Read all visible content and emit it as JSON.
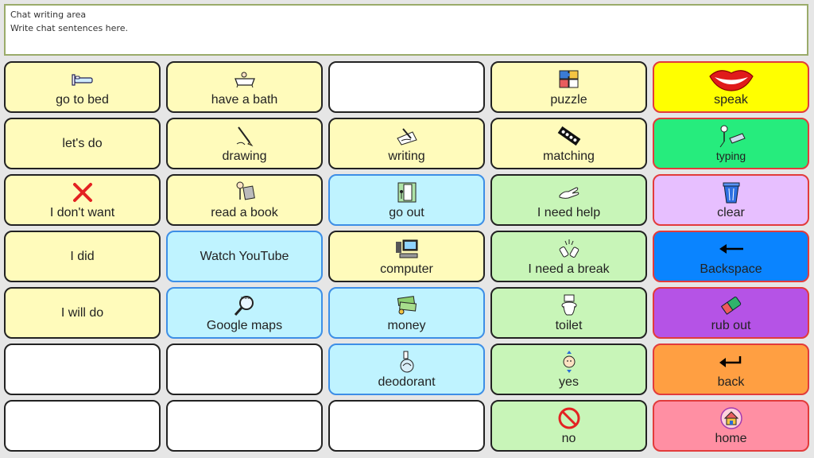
{
  "chat": {
    "title": "Chat writing area",
    "placeholder": "Write chat sentences here."
  },
  "cells": [
    {
      "label": "go to bed",
      "icon": "bed-icon",
      "color": "y"
    },
    {
      "label": "have a bath",
      "icon": "bathtub-icon",
      "color": "y"
    },
    {
      "label": "",
      "icon": "",
      "color": "w"
    },
    {
      "label": "puzzle",
      "icon": "puzzle-icon",
      "color": "y"
    },
    {
      "label": "speak",
      "icon": "lips-icon",
      "color": "c-speak"
    },
    {
      "label": "let's do",
      "icon": "",
      "color": "y"
    },
    {
      "label": "drawing",
      "icon": "drawing-icon",
      "color": "y"
    },
    {
      "label": "writing",
      "icon": "writing-icon",
      "color": "y"
    },
    {
      "label": "matching",
      "icon": "matching-icon",
      "color": "y"
    },
    {
      "label": "typing",
      "icon": "typing-icon",
      "color": "c-typing"
    },
    {
      "label": "I don't want",
      "icon": "red-x-icon",
      "color": "y"
    },
    {
      "label": "read a book",
      "icon": "reading-icon",
      "color": "y"
    },
    {
      "label": "go out",
      "icon": "door-icon",
      "color": "b"
    },
    {
      "label": "I need help",
      "icon": "help-hand-icon",
      "color": "g"
    },
    {
      "label": "clear",
      "icon": "trash-icon",
      "color": "c-clear"
    },
    {
      "label": "I did",
      "icon": "",
      "color": "y"
    },
    {
      "label": "Watch YouTube",
      "icon": "",
      "color": "b"
    },
    {
      "label": "computer",
      "icon": "computer-icon",
      "color": "y"
    },
    {
      "label": "I need a break",
      "icon": "break-icon",
      "color": "g"
    },
    {
      "label": "Backspace",
      "icon": "arrow-left-icon",
      "color": "c-back"
    },
    {
      "label": "I will do",
      "icon": "",
      "color": "y"
    },
    {
      "label": "Google maps",
      "icon": "magnifier-icon",
      "color": "b"
    },
    {
      "label": "money",
      "icon": "money-icon",
      "color": "b"
    },
    {
      "label": "toilet",
      "icon": "toilet-icon",
      "color": "g"
    },
    {
      "label": "rub out",
      "icon": "eraser-icon",
      "color": "c-rub"
    },
    {
      "label": "",
      "icon": "",
      "color": "w"
    },
    {
      "label": "",
      "icon": "",
      "color": "w"
    },
    {
      "label": "deodorant",
      "icon": "deodorant-icon",
      "color": "b"
    },
    {
      "label": "yes",
      "icon": "nod-icon",
      "color": "g"
    },
    {
      "label": "back",
      "icon": "return-icon",
      "color": "c-ret"
    },
    {
      "label": "",
      "icon": "",
      "color": "w"
    },
    {
      "label": "",
      "icon": "",
      "color": "w"
    },
    {
      "label": "",
      "icon": "",
      "color": "w"
    },
    {
      "label": "no",
      "icon": "no-sign-icon",
      "color": "g"
    },
    {
      "label": "home",
      "icon": "house-icon",
      "color": "c-home"
    }
  ]
}
